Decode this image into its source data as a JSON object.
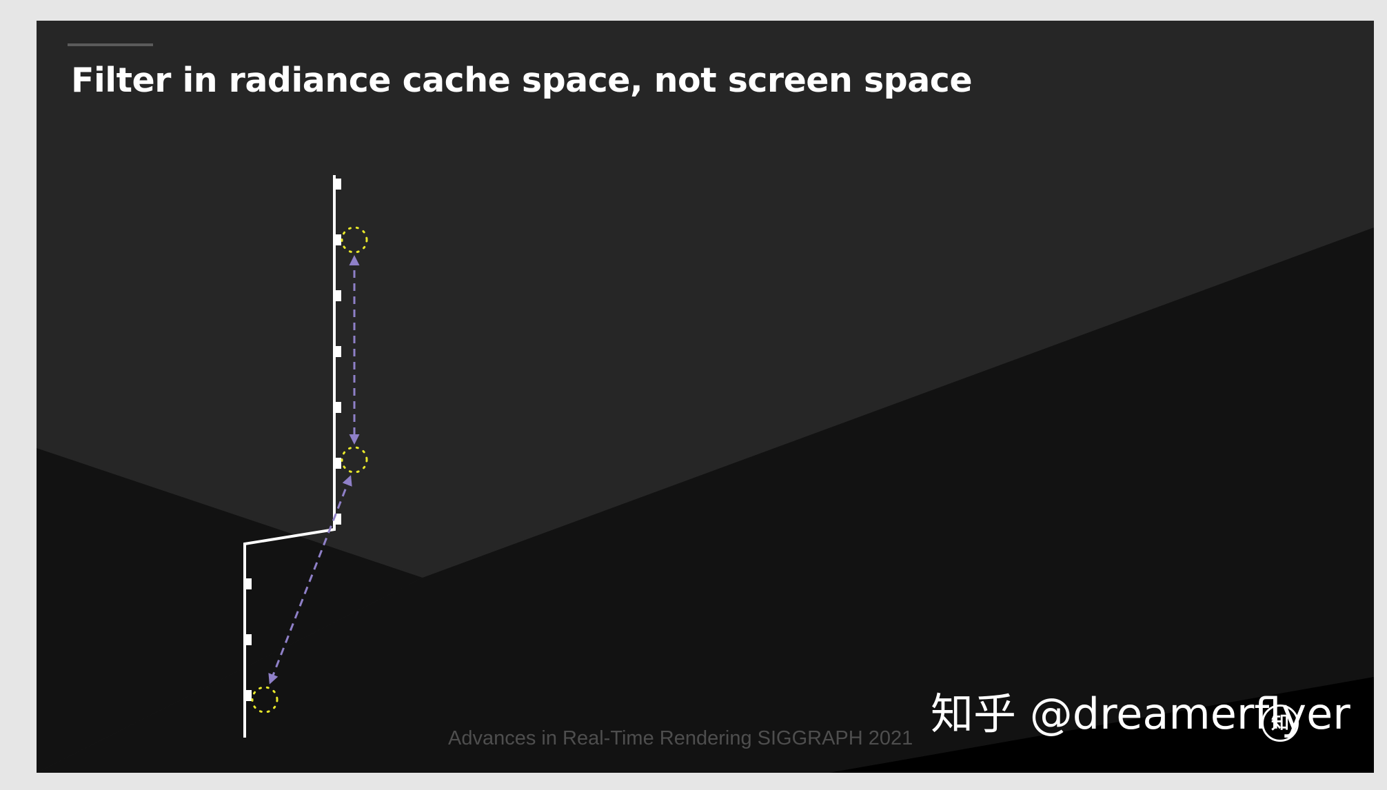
{
  "slide": {
    "title": "Filter in radiance cache space, not screen space",
    "footer": "Advances in Real-Time Rendering SIGGRAPH 2021"
  },
  "watermark": {
    "text": "知乎 @dreamerflyer",
    "badge_icon": "zhihu-logo-icon"
  },
  "colors": {
    "page_background": "#e6e6e6",
    "slide_background": "#262626",
    "dark_wedge": "#121212",
    "geometry_line": "#ffffff",
    "probe_circle": "#e8e82a",
    "filter_arrow": "#8f80c8",
    "footer_text": "#4e4e4e"
  },
  "icons": {
    "probe_marker": "probe-circle-icon",
    "arrow": "dashed-arrow-icon"
  }
}
